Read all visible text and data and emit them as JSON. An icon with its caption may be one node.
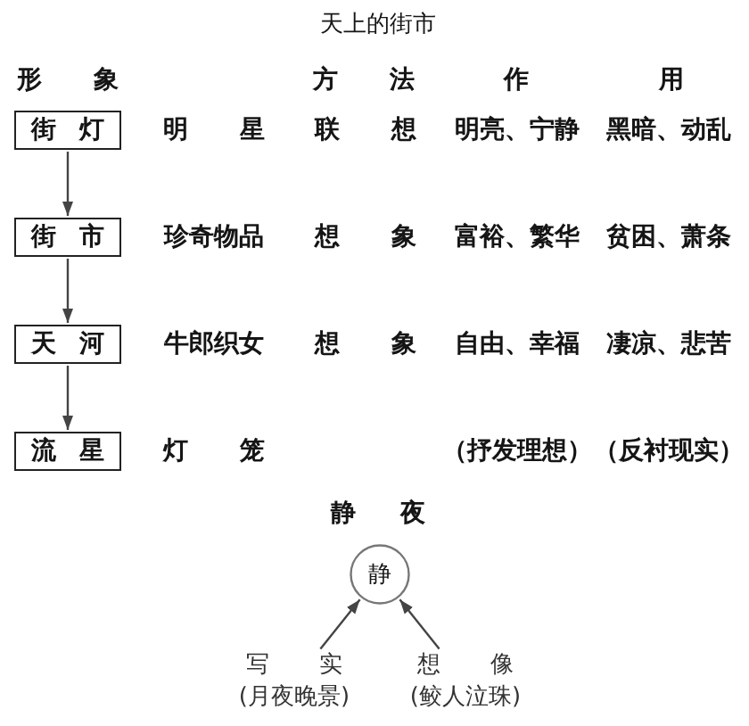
{
  "diagram": {
    "title": "天上的街市",
    "nodes": [
      {
        "text": [
          "街 灯"
        ]
      },
      {
        "text": [
          "街 市"
        ]
      },
      {
        "text": [
          "天 河"
        ]
      },
      {
        "text": [
          "流 星"
        ]
      },
      {
        "text": [
          "静"
        ]
      },
      {
        "text": [
          "写 实",
          "(月夜晚景)"
        ]
      },
      {
        "text": [
          "想 像",
          "(鲛人泣珠)"
        ]
      }
    ],
    "edges": [
      {
        "from": 0,
        "to": 1,
        "arrow": "to"
      },
      {
        "from": 1,
        "to": 2,
        "arrow": "to"
      },
      {
        "from": 2,
        "to": 3,
        "arrow": "to"
      },
      {
        "from": 5,
        "to": 4,
        "arrow": "to"
      },
      {
        "from": 6,
        "to": 4,
        "arrow": "to"
      }
    ],
    "labels": [
      "形 象",
      "方 法",
      "作 用",
      "明 星",
      "联 想",
      "明亮、宁静",
      "黑暗、动乱",
      "珍奇物品",
      "想 象",
      "富裕、繁华",
      "贫困、萧条",
      "牛郎织女",
      "想 象",
      "自由、幸福",
      "凄凉、悲苦",
      "灯 笼",
      "（抒发理想）",
      "（反衬现实）",
      "静 夜"
    ]
  }
}
